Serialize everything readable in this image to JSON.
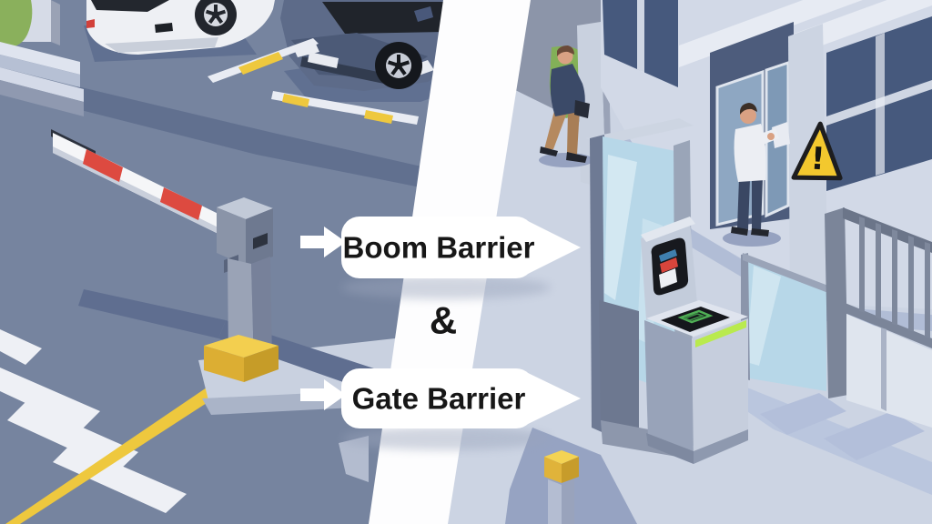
{
  "labels": {
    "boom": "Boom Barrier",
    "ampersand": "&",
    "gate": "Gate Barrier"
  },
  "warning": {
    "glyph": "!"
  },
  "icons": {
    "arrow_right": "white right-pointing arrow",
    "warning_triangle": "yellow triangle with exclamation mark"
  },
  "palette": {
    "road": "#76849f",
    "road_shadow": "#5f6e90",
    "pavement": "#ccd4e3",
    "pavement_shadow": "#a9b5d2",
    "band_white": "#fdfdfe",
    "label_text": "#171717",
    "marking_yellow": "#eec83e",
    "barrier_red": "#dd4a40",
    "warning_yellow": "#f3c82e",
    "led_green": "#b9ea4e",
    "bush_green": "#83b058",
    "glass_blue": "#b7d7e8",
    "window_blue": "#46597d",
    "facade": "#d2d9e7"
  }
}
